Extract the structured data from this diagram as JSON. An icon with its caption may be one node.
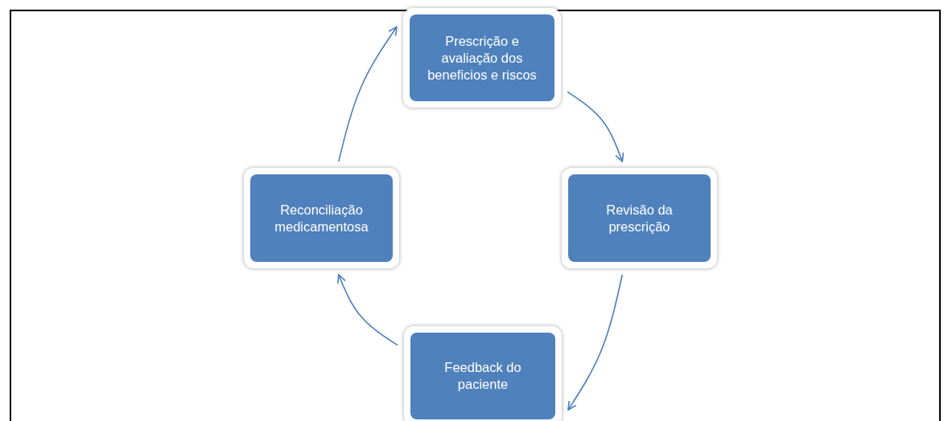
{
  "diagram": {
    "nodes": [
      {
        "text": [
          "Prescrição e avaliação dos beneficios e riscos"
        ]
      },
      {
        "text": [
          "Revisão da prescrição"
        ]
      },
      {
        "text": [
          "Feedback do paciente"
        ]
      },
      {
        "text": [
          "Reconciliação medicamentosa"
        ]
      }
    ],
    "edges": [
      {
        "from": 0,
        "to": 1,
        "arrow": "to"
      },
      {
        "from": 1,
        "to": 2,
        "arrow": "to"
      },
      {
        "from": 2,
        "to": 3,
        "arrow": "to"
      },
      {
        "from": 3,
        "to": 0,
        "arrow": "to"
      }
    ]
  }
}
